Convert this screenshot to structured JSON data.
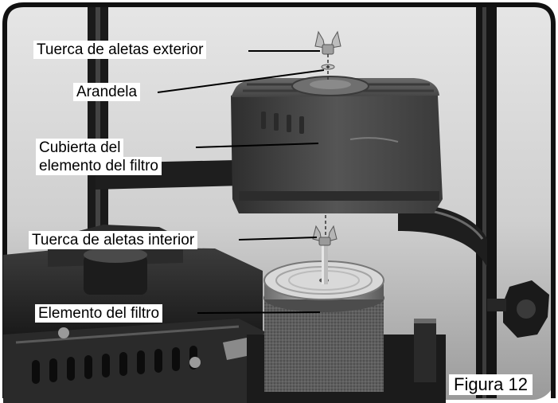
{
  "figure": {
    "caption": "Figura 12"
  },
  "labels": {
    "outer_wing_nut": "Tuerca de aletas exterior",
    "washer": "Arandela",
    "cover_line1": "Cubierta del",
    "cover_line2": "elemento del filtro",
    "inner_wing_nut": "Tuerca de aletas interior",
    "filter_element": "Elemento del filtro"
  },
  "colors": {
    "photo_background": "#cfcfcf",
    "frame": "#111111",
    "engine_dark": "#2a2a2a",
    "cover_body": "#505050",
    "metal_light": "#d6d6d6"
  }
}
